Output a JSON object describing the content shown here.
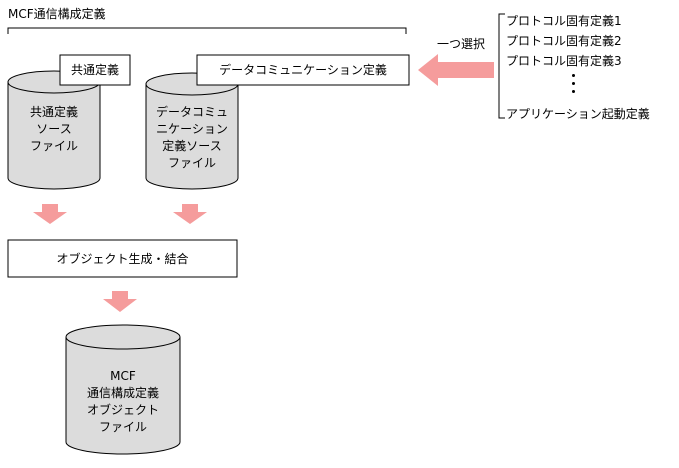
{
  "title": "MCF通信構成定義",
  "common_def": {
    "label": "共通定義",
    "source_file": [
      "共通定義",
      "ソース",
      "ファイル"
    ]
  },
  "datacomm_def": {
    "label": "データコミュニケーション定義",
    "source_file": [
      "データコミュ",
      "ニケーション",
      "定義ソース",
      "ファイル"
    ]
  },
  "select_label": "一つ選択",
  "options": [
    "プロトコル固有定義1",
    "プロトコル固有定義2",
    "プロトコル固有定義3",
    "アプリケーション起動定義"
  ],
  "generate_step": "オブジェクト生成・結合",
  "output_file": [
    "MCF",
    "通信構成定義",
    "オブジェクト",
    "ファイル"
  ],
  "colors": {
    "arrow": "#f59c9c",
    "cylinder_fill": "#dcdcdc",
    "line": "#000000"
  }
}
